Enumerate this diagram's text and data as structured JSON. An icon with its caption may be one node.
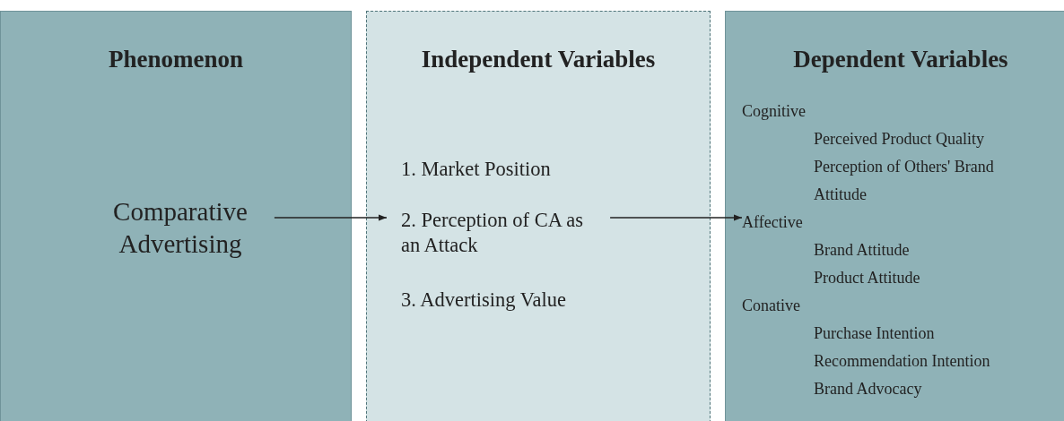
{
  "diagram": {
    "nodes": [
      {
        "text": [
          "Phenomenon"
        ]
      },
      {
        "text": [
          "Comparative Advertising"
        ],
        "in": 0
      },
      {
        "text": [
          "Independent Variables"
        ]
      },
      {
        "text": [
          "1. Market Position",
          "2. Perception of CA as an Attack",
          "3. Advertising Value"
        ],
        "in": 2
      },
      {
        "text": [
          "Dependent Variables"
        ]
      },
      {
        "text": [
          "Cognitive",
          "Perceived Product Quality",
          "Perception of Others' Brand Attitude",
          "Affective",
          "Brand Attitude",
          "Product Attitude",
          "Conative",
          "Purchase Intention",
          "Recommendation Intention",
          "Brand Advocacy"
        ],
        "in": 4
      }
    ],
    "edges": [
      {
        "from": 1,
        "to": 3,
        "arrow": "to"
      },
      {
        "from": 3,
        "to": 5,
        "arrow": "to"
      }
    ]
  }
}
